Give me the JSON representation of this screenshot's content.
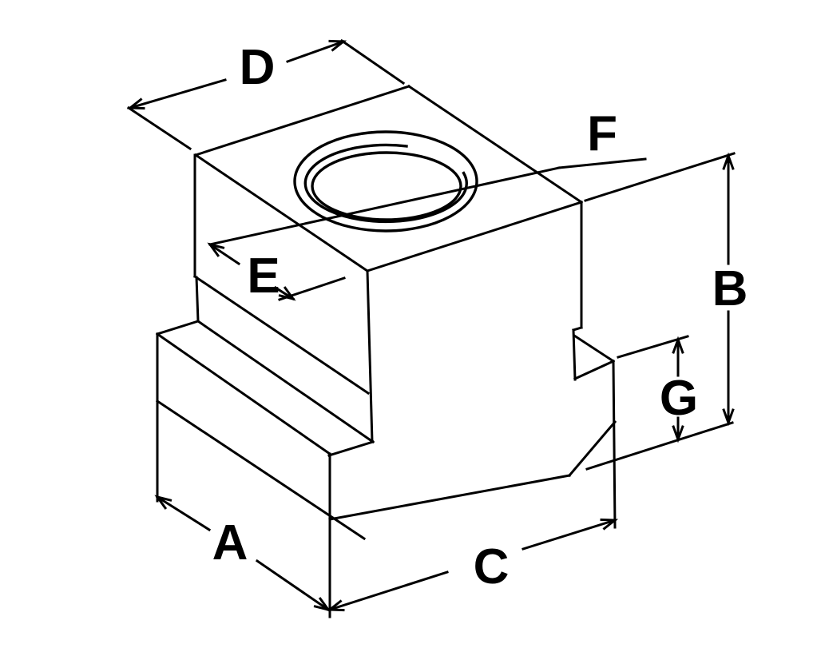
{
  "labels": {
    "a": "A",
    "b": "B",
    "c": "C",
    "d": "D",
    "e": "E",
    "f": "F",
    "g": "G"
  },
  "colors": {
    "line": "#000000",
    "background": "#ffffff"
  }
}
